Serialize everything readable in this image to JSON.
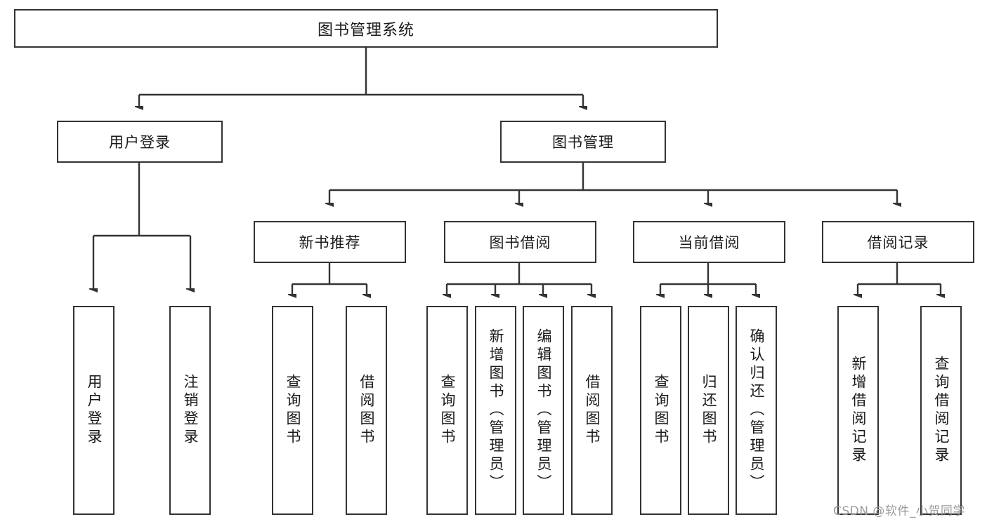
{
  "diagram": {
    "type": "tree-hierarchy",
    "title": "图书管理系统",
    "orientation": "top-down",
    "root": {
      "id": "root",
      "label": "图书管理系统",
      "text_orientation": "horizontal"
    },
    "level2": [
      {
        "id": "user-login",
        "label": "用户登录",
        "text_orientation": "horizontal"
      },
      {
        "id": "book-management",
        "label": "图书管理",
        "text_orientation": "horizontal"
      }
    ],
    "level3": [
      {
        "id": "new-book-recommend",
        "label": "新书推荐",
        "parent": "book-management",
        "text_orientation": "horizontal"
      },
      {
        "id": "book-borrow",
        "label": "图书借阅",
        "parent": "book-management",
        "text_orientation": "horizontal"
      },
      {
        "id": "current-borrow",
        "label": "当前借阅",
        "parent": "book-management",
        "text_orientation": "horizontal"
      },
      {
        "id": "borrow-record",
        "label": "借阅记录",
        "parent": "book-management",
        "text_orientation": "horizontal"
      }
    ],
    "leaves": [
      {
        "id": "leaf-user-login",
        "label": "用户登录",
        "parent": "user-login",
        "text_orientation": "vertical"
      },
      {
        "id": "leaf-logout-login",
        "label": "注销登录",
        "parent": "user-login",
        "text_orientation": "vertical"
      },
      {
        "id": "leaf-query-book-1",
        "label": "查询图书",
        "parent": "new-book-recommend",
        "text_orientation": "vertical"
      },
      {
        "id": "leaf-borrow-book-1",
        "label": "借阅图书",
        "parent": "new-book-recommend",
        "text_orientation": "vertical"
      },
      {
        "id": "leaf-query-book-2",
        "label": "查询图书",
        "parent": "book-borrow",
        "text_orientation": "vertical"
      },
      {
        "id": "leaf-add-book-admin",
        "label": "新增图书（管理员）",
        "parent": "book-borrow",
        "text_orientation": "vertical"
      },
      {
        "id": "leaf-edit-book-admin",
        "label": "编辑图书（管理员）",
        "parent": "book-borrow",
        "text_orientation": "vertical"
      },
      {
        "id": "leaf-borrow-book-2",
        "label": "借阅图书",
        "parent": "book-borrow",
        "text_orientation": "vertical"
      },
      {
        "id": "leaf-query-book-3",
        "label": "查询图书",
        "parent": "current-borrow",
        "text_orientation": "vertical"
      },
      {
        "id": "leaf-return-book",
        "label": "归还图书",
        "parent": "current-borrow",
        "text_orientation": "vertical"
      },
      {
        "id": "leaf-confirm-return-admin",
        "label": "确认归还（管理员）",
        "parent": "current-borrow",
        "text_orientation": "vertical"
      },
      {
        "id": "leaf-add-borrow-record",
        "label": "新增借阅记录",
        "parent": "borrow-record",
        "text_orientation": "vertical"
      },
      {
        "id": "leaf-query-borrow-record",
        "label": "查询借阅记录",
        "parent": "borrow-record",
        "text_orientation": "vertical"
      }
    ]
  },
  "watermark": {
    "text": "CSDN @软件_小贺同学"
  },
  "colors": {
    "box_border": "#333333",
    "box_fill": "#ffffff",
    "text": "#1a1a1a",
    "connector": "#333333",
    "watermark": "#9b9b9b",
    "background": "#ffffff"
  }
}
